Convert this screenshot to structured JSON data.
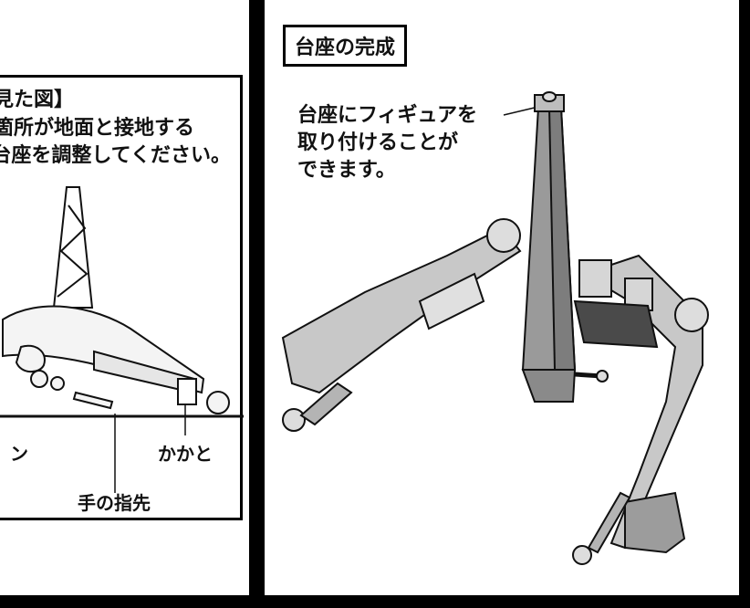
{
  "left_panel": {
    "callout": {
      "title": "見た図】",
      "lines": [
        "箇所が地面と接地する",
        "台座を調整してください。"
      ]
    },
    "labels": {
      "partial_left": "ン",
      "heel": "かかと",
      "fingertip": "手の指先"
    }
  },
  "right_panel": {
    "step_title": "台座の完成",
    "note_lines": [
      "台座にフィギュアを",
      "取り付けることが",
      "できます。"
    ]
  }
}
